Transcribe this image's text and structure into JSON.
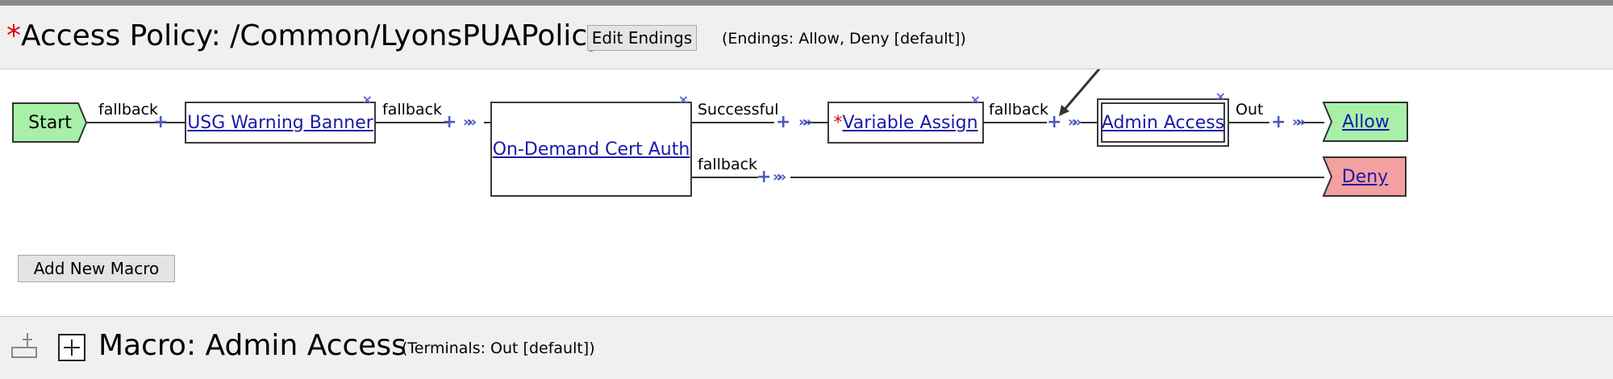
{
  "header": {
    "title_required_mark": "*",
    "title": "Access Policy: /Common/LyonsPUAPolicy",
    "edit_endings_label": "Edit Endings",
    "endings_info": "(Endings: Allow, Deny [default])"
  },
  "flow": {
    "start_label": "Start",
    "edges": {
      "start_out": "fallback",
      "banner_out": "fallback",
      "cert_success": "Successful",
      "cert_fallback": "fallback",
      "var_out": "fallback",
      "admin_out": "Out"
    },
    "nodes": {
      "usg_banner": "USG Warning Banner",
      "cert_auth": "On-Demand Cert Auth",
      "var_assign_mark": "*",
      "var_assign": "Variable Assign",
      "admin_access": "Admin Access"
    },
    "endings": {
      "allow": "Allow",
      "deny": "Deny"
    },
    "colors": {
      "start": "#a8f0a8",
      "allow": "#a8f0a8",
      "deny": "#f4a0a0",
      "link": "#1a1aa8",
      "connector": "#4a5ac0",
      "required": "#e00000"
    }
  },
  "add_macro_label": "Add New Macro",
  "macro": {
    "title": "Macro: Admin Access",
    "terminals_info": "(Terminals: Out [default])",
    "expand_icon": "plus-square-icon",
    "tree_icon": "macro-tree-icon"
  }
}
